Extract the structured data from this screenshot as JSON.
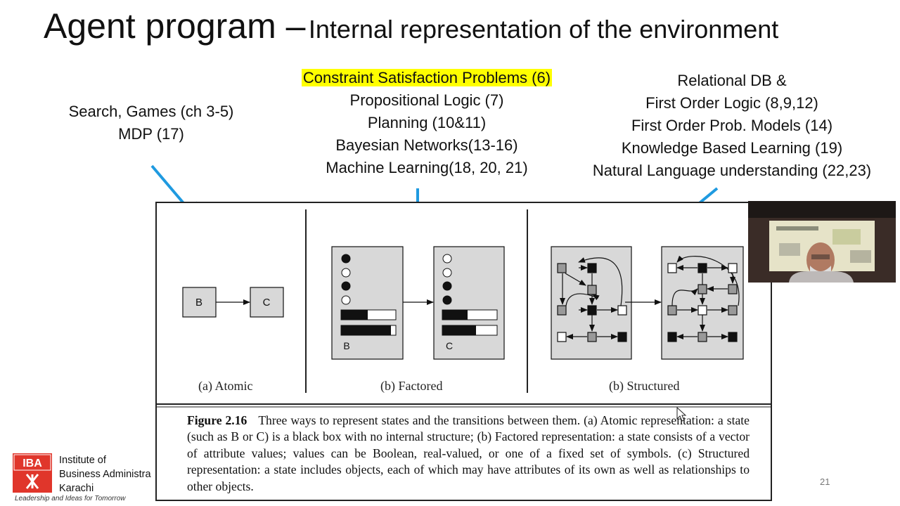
{
  "slide": {
    "title_main": "Agent program –",
    "title_sub": "Internal representation of the environment",
    "page_number": "21"
  },
  "atomic_topics": [
    "Search, Games (ch 3-5)",
    "MDP (17)"
  ],
  "factored_topics": {
    "highlighted": "Constraint Satisfaction Problems (6)",
    "items": [
      "Propositional Logic (7)",
      "Planning (10&11)",
      "Bayesian Networks(13-16)",
      "Machine Learning(18, 20, 21)"
    ],
    "highlight_color": "#ffff00"
  },
  "structured_topics": [
    "Relational DB &",
    "First Order Logic (8,9,12)",
    "First Order Prob. Models (14)",
    "Knowledge Based Learning (19)",
    "Natural Language understanding (22,23)"
  ],
  "arrow_color": "#1f9ae0",
  "figure": {
    "atomic": {
      "state_b": "B",
      "state_c": "C",
      "label": "(a) Atomic"
    },
    "factored": {
      "state_b": "B",
      "state_c": "C",
      "label": "(b) Factored"
    },
    "structured": {
      "label": "(b) Structured"
    },
    "caption": {
      "number": "Figure 2.16",
      "text": "Three ways to represent states and the transitions between them. (a) Atomic representation: a state (such as B or C) is a black box with no internal structure; (b) Factored representation: a state consists of a vector of attribute values; values can be Boolean, real-valued, or one of a fixed set of symbols. (c) Structured representation: a state includes objects, each of which may have attributes of its own as well as relationships to other objects."
    }
  },
  "logo": {
    "mark_text": "IBA",
    "lines": [
      "Institute of",
      "Business Administra",
      "Karachi"
    ],
    "tagline": "Leadership and Ideas for Tomorrow",
    "color": "#e0362b"
  }
}
